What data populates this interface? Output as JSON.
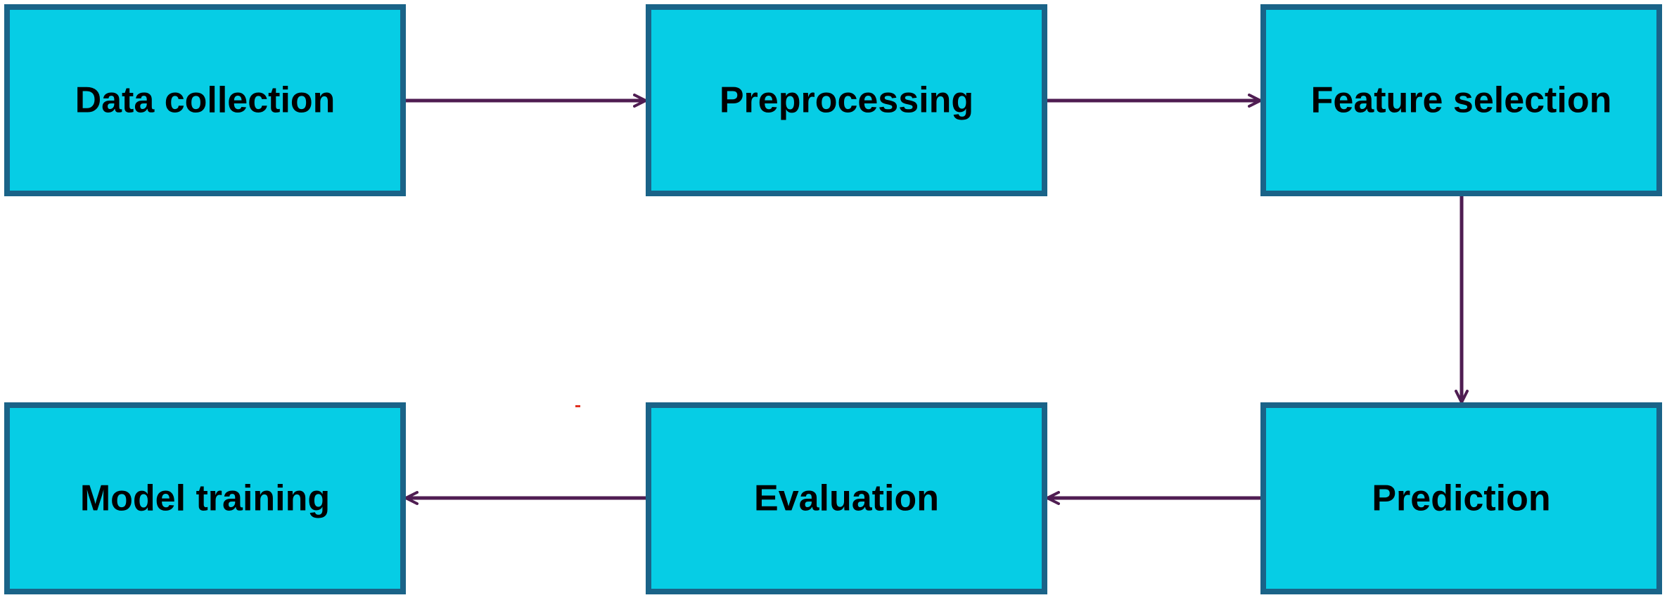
{
  "colors": {
    "box_fill": "#06CDE5",
    "box_border": "#1A6388",
    "arrow": "#4F1D52"
  },
  "nodes": [
    {
      "id": "data-collection",
      "label": "Data collection"
    },
    {
      "id": "preprocessing",
      "label": "Preprocessing"
    },
    {
      "id": "feature-selection",
      "label": "Feature selection"
    },
    {
      "id": "prediction",
      "label": "Prediction"
    },
    {
      "id": "evaluation",
      "label": "Evaluation"
    },
    {
      "id": "model-training",
      "label": "Model training"
    }
  ],
  "edges": [
    {
      "from": "data-collection",
      "to": "preprocessing"
    },
    {
      "from": "preprocessing",
      "to": "feature-selection"
    },
    {
      "from": "feature-selection",
      "to": "prediction"
    },
    {
      "from": "prediction",
      "to": "evaluation"
    },
    {
      "from": "evaluation",
      "to": "model-training"
    }
  ]
}
